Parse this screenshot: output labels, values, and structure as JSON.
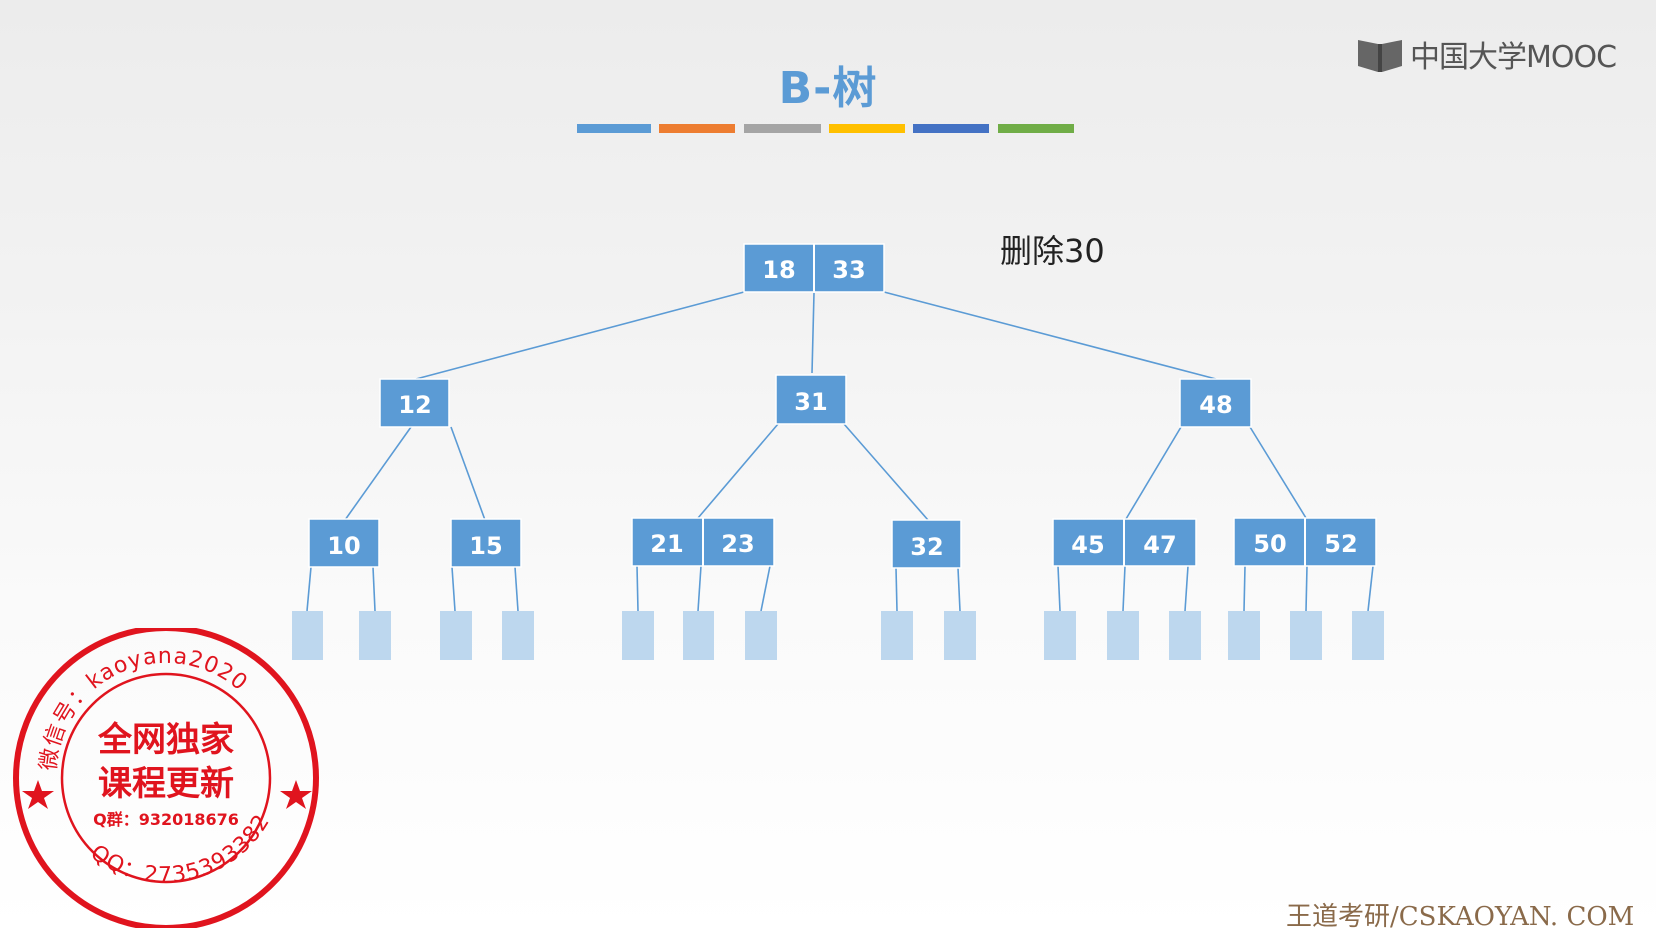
{
  "slide": {
    "title": "B-树",
    "note": "删除30",
    "logo_text": "中国大学MOOC",
    "footer": "王道考研/CSKAOYAN. COM",
    "title_color": "#5b9bd5",
    "colorbar_colors": [
      "#5b9bd5",
      "#ed7d31",
      "#a5a5a5",
      "#ffc000",
      "#4472c4",
      "#70ad47"
    ]
  },
  "tree": {
    "root": [
      "18",
      "33"
    ],
    "level2": [
      [
        "12"
      ],
      [
        "31"
      ],
      [
        "48"
      ]
    ],
    "leaves": [
      [
        "10"
      ],
      [
        "15"
      ],
      [
        "21",
        "23"
      ],
      [
        "32"
      ],
      [
        "45",
        "47"
      ],
      [
        "50",
        "52"
      ]
    ],
    "node_color": "#5b9bd5",
    "empty_child_color": "#bdd7ee"
  },
  "stamp": {
    "top_arc": "微信号：kaoyana2020",
    "line1": "全网独家",
    "line2": "课程更新",
    "qgroup": "Q群：932018676",
    "bottom_arc": "QQ：2735393382",
    "color": "#e0141e"
  }
}
